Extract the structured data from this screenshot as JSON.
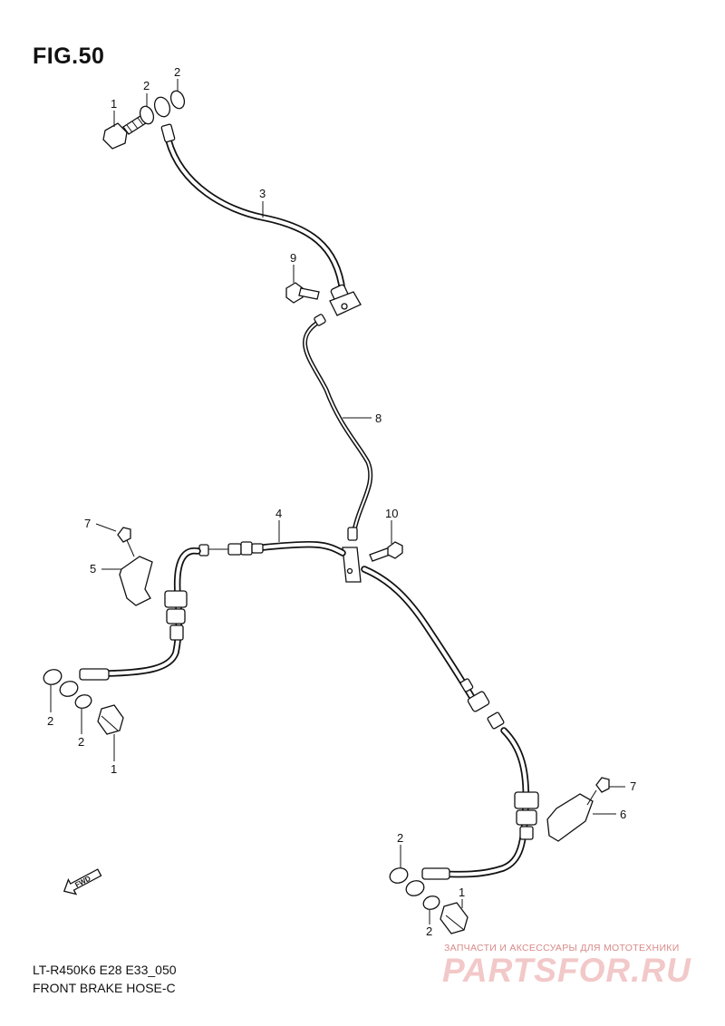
{
  "figure": {
    "title": "FIG.50",
    "model_code": "LT-R450K6 E28 E33_050",
    "caption": "FRONT BRAKE HOSE-C"
  },
  "callouts": [
    "1",
    "2",
    "2",
    "3",
    "9",
    "8",
    "7",
    "5",
    "4",
    "10",
    "2",
    "2",
    "1",
    "7",
    "6",
    "2",
    "1",
    "2"
  ],
  "direction_marker": "FWD",
  "watermark": {
    "tagline": "ЗАПЧАСТИ И АКСЕССУАРЫ ДЛЯ МОТОТЕХНИКИ",
    "site": "PARTSFOR.RU"
  },
  "colors": {
    "line": "#111111",
    "background": "#ffffff",
    "watermark": "#f2c8c8"
  }
}
